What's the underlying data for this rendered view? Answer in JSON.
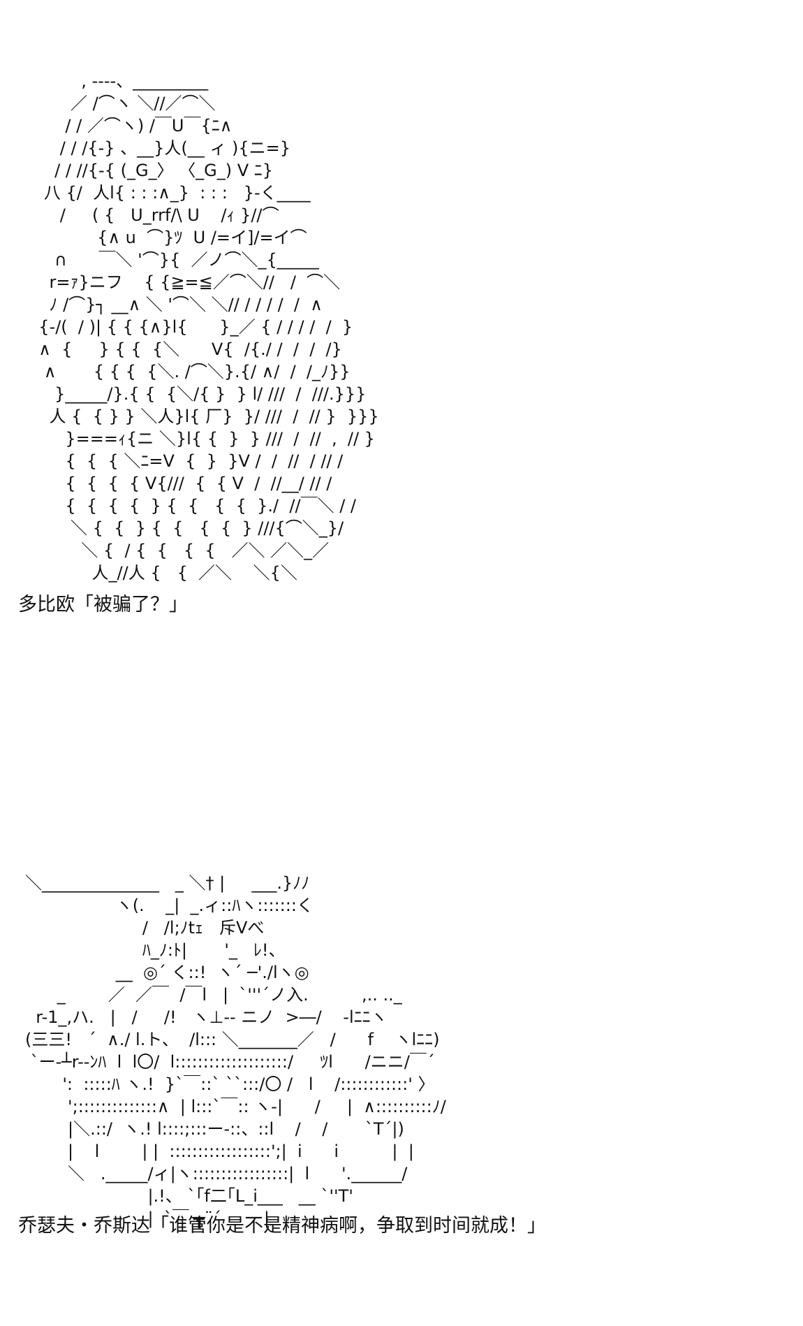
{
  "panels": [
    {
      "art": "          , ----、_________\n        ／ /⌒ヽ ＼//／⌒＼\n       / / ／⌒ヽ) /￣U￣{ﾆ∧\n      / / /{-} 、__}人(__ ィ ){ニ=}\n     / / //{-{ (_G_〉 〈_G_) V ﾆ}\n   八 {/  人l{ : : :∧_}  : : :   }-く____\n      /     ( {   U_rrf/\\ U    /ｨ }//⌒\n             {∧ u  ⌒}ﾂ  U /=イ]/=イ⌒\n     ∩      ￣＼ '⌒}{  ／ノ⌒＼_{_____\n    r=ｧ}ニフ    { {≧=≦／⌒＼//   /  ⌒＼\n    ﾉ /⌒}┐ __∧ ＼ '⌒＼ ＼// / / / /  /  ∧\n  {-/(  / )| { { {∧}l{      }_／ { / / / /  /  }\n  ∧  {     } { {  {＼      V{  /{./ /  /  /  /}\n   ∧       { { {  {＼. /⌒＼}.{/ ∧/  /  /_ﾉ}}\n     }_____/}.{ {  {＼/{ }  } l/ ///  /  ///.}}}\n    人 {  { } } ＼人}l{ 厂}  }/ ///  /  // }  }}}\n       }===ｨ{ニ ＼}l{ {  }  } ///  /  //  ,  // }\n       {  {  { ＼ﾆ=V  {  }  }V /  /  //  / // /\n       {  {  {  { V{///  {  { V  /  //__/ // /\n       {  {  {  {  } {  {   {  {  }./  //￣＼ / /\n        ＼ {  {  } {  {   {  {  } ///{⌒＼_}/\n          ＼ {  / {  {   {  {   ／＼ ／＼_／\n            人_//人 {   {  ／＼    ＼{＼",
      "caption": "多比欧「被骗了？」"
    },
    {
      "art": "＼______________   _ ＼† |     ___.}ﾉﾉ\n                 ヽ(.    _|  _.ィ::ﾊヽ:::::::く\n                      /   /l;ﾉtｪ   斥Vべ\n                      ﾊ_ﾉ:ﾄ|       '_   ﾚ!、\n                 __  ◎´ く::!  ヽ´ ─'./lヽ◎\n      _        ／  ／￣  /￣l   |  `'''´ノ入.          ,.. .._\n  r-1_,ハ.   |   /     /!   ヽ⊥-- ニノ  >―/    -lﾆﾆヽ\n(三三!   ´  ∧./ l.ト、  /l::: ＼_______／   /      f    ヽlﾆﾆ)\n `ー-┴r--ﾝﾊ  l  l〇/  l::::::::::::::::::::/     ﾂl      /ニニ/￣´\n       ':  :::::ﾊ ヽ.!  }`￣::` ``:::/〇 /   l    /::::::::::::' 〉\n        ';::::::::::::::∧  | l:::`￣:: ヽ-|      /     |  ∧::::::::::ﾉ/\n        |＼.::/  ヽ.! l::::;:::ー-::、::l    /    /       `T´|)\n        |    l        | |  ::::::::::::::::::';|  i      i          |  |\n        ＼   ._____/ィ|ヽ:::::::::::::::::|  l      '.______/\n                       |.!、 `｢f二｢L_i___   __ `''T'\n                       |  `￣ ┳¨´        |",
      "caption": "乔瑟夫・乔斯达「谁管你是不是精神病啊，争取到时间就成！」"
    }
  ]
}
